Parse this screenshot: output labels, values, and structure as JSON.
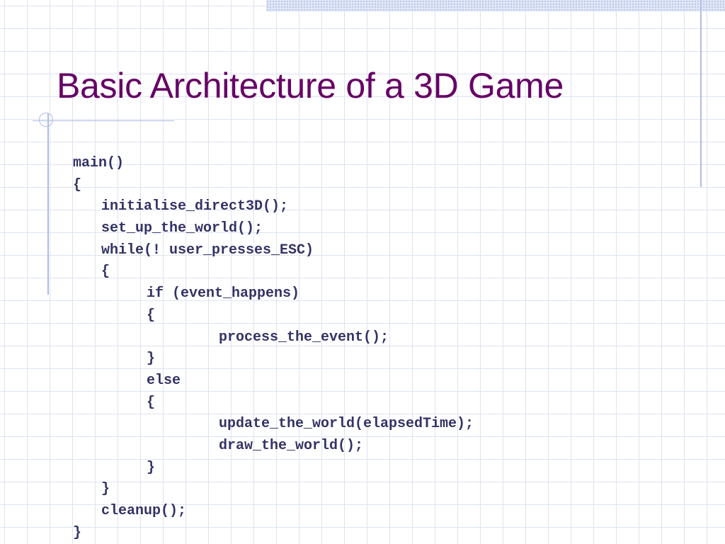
{
  "slide": {
    "title": "Basic Architecture of a 3D Game"
  },
  "code": {
    "lines": [
      {
        "text": "main()",
        "indent": 0
      },
      {
        "text": "{",
        "indent": 0
      },
      {
        "text": "initialise_direct3D();",
        "indent": 1
      },
      {
        "text": "set_up_the_world();",
        "indent": 1
      },
      {
        "text": "while(! user_presses_ESC)",
        "indent": 1
      },
      {
        "text": "{",
        "indent": 1
      },
      {
        "text": "if (event_happens)",
        "indent": 2
      },
      {
        "text": "{",
        "indent": 2
      },
      {
        "text": "process_the_event();",
        "indent": 3
      },
      {
        "text": "}",
        "indent": 2
      },
      {
        "text": "else",
        "indent": 2
      },
      {
        "text": "{",
        "indent": 2
      },
      {
        "text": "update_the_world(elapsedTime);",
        "indent": 3
      },
      {
        "text": "draw_the_world();",
        "indent": 3
      },
      {
        "text": "}",
        "indent": 2
      },
      {
        "text": "}",
        "indent": 1
      },
      {
        "text": "cleanup();",
        "indent": 1
      },
      {
        "text": "}",
        "indent": 0
      }
    ]
  },
  "colors": {
    "title": "#660066",
    "code": "#333366",
    "grid": "#dde3f0",
    "accent_rule": "#aebde4"
  }
}
